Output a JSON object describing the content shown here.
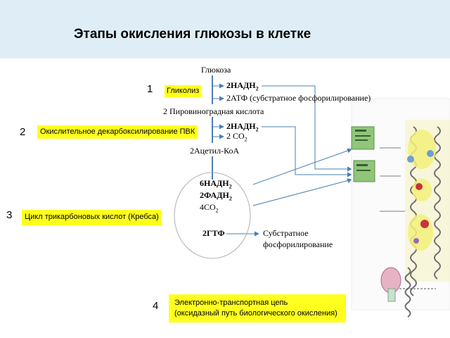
{
  "title": "Этапы окисления глюкозы в клетке",
  "stages": [
    {
      "number": "1",
      "label": "Гликолиз"
    },
    {
      "number": "2",
      "label": "Окислительное декарбоксилирование ПВК"
    },
    {
      "number": "3",
      "label": "Цикл трикарбоновых кислот (Кребса)"
    },
    {
      "number": "4",
      "label_line1": "Электронно-транспортная цепь",
      "label_line2": "(оксидазный путь биологического окисления)"
    }
  ],
  "scheme": {
    "glucose": "Глюкоза",
    "glycolysis_nadh": "2НАДН",
    "glycolysis_atp": "2АТФ (субстратное фосфорилирование)",
    "pyruvate": "2 Пировиноградная кислота",
    "decarb_nadh": "2НАДН",
    "decarb_co2": "2 СО",
    "acetyl_coa": "2Ацетил-КоА",
    "krebs_nadh": "6НАДН",
    "krebs_fadh": "2ФАДН",
    "krebs_co2": "4СО",
    "krebs_gtp": "2ГТФ",
    "substrate_line1": "Субстратное",
    "substrate_line2": "фосфорилирование",
    "subscript_2": "2"
  },
  "colors": {
    "header_bg": "#dfeef6",
    "highlight": "#ffff1e",
    "arrow": "#4a7fb5",
    "circle": "#b0b0b0",
    "matrix_box": "#8fc67a",
    "complex_yellow": "#f3f07a"
  }
}
